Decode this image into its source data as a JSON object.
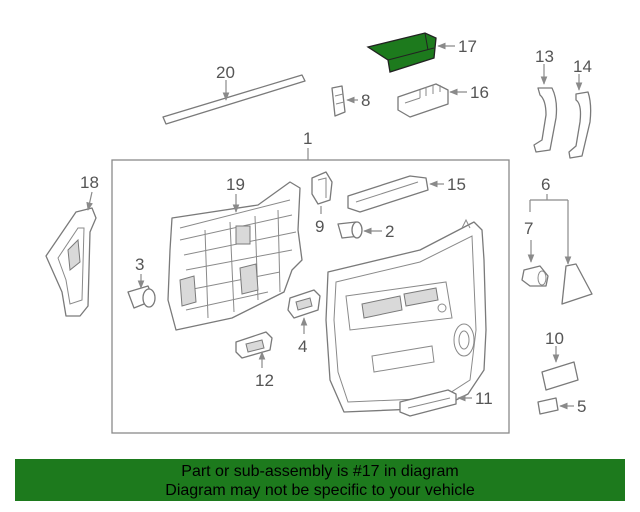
{
  "diagram": {
    "callouts": [
      "1",
      "2",
      "3",
      "4",
      "5",
      "6",
      "7",
      "8",
      "9",
      "10",
      "11",
      "12",
      "13",
      "14",
      "15",
      "16",
      "17",
      "18",
      "19",
      "20"
    ],
    "highlight_color": "#1d7a1d",
    "highlighted_part": "17"
  },
  "banner": {
    "line1": "Part or sub-assembly is #17 in diagram",
    "line2": "Diagram may not be specific to your vehicle",
    "color": "#1d7a1d"
  }
}
